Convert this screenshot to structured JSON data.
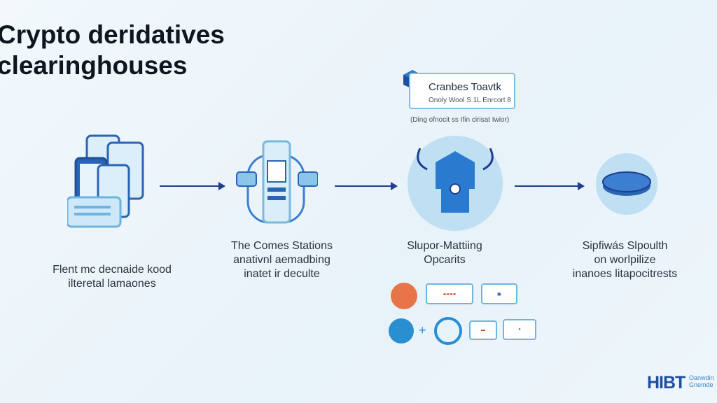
{
  "title": [
    "Crypto  deridatives",
    "clearinghouses"
  ],
  "card": {
    "heading": "Cranbes Toavtk",
    "subtext": "Onoly Wool S 1L Enrcort 8",
    "note": "(Ding ofnocit ss Ifin cirisat Iwior)"
  },
  "steps": [
    {
      "lines": [
        "Flent mc decnaide kood",
        "ilteretal lamaones"
      ]
    },
    {
      "lines": [
        "The Comes Stations",
        "anativnl aemadbing",
        "inatet ir deculte"
      ]
    },
    {
      "lines": [
        "Slupor-Mattiing",
        "Opcarits"
      ]
    },
    {
      "lines": [
        "Sipfiwás Slpoulth",
        "on worlpilize",
        "inanoes litapocitrests"
      ]
    }
  ],
  "plus": "+",
  "logo": {
    "text": "HIBT",
    "sub": [
      "Oanwdin",
      "Gnemde"
    ]
  },
  "colors": {
    "accent": "#1f3d8f",
    "light": "#bfe0f3",
    "orange": "#e8744a"
  }
}
